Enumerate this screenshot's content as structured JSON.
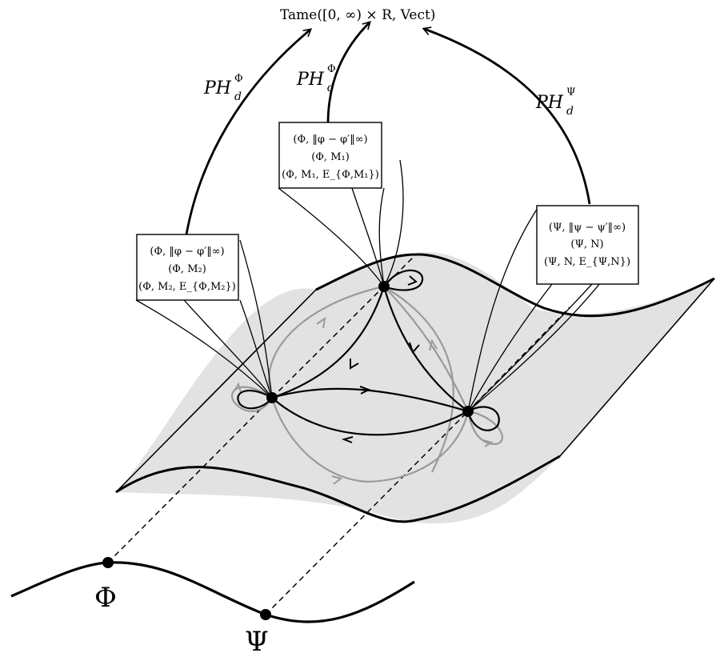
{
  "target": {
    "label": "Tame([0, ∞) × R, Vect)"
  },
  "arrows": {
    "left": {
      "base": "PH",
      "sub": "d",
      "sup": "Φ"
    },
    "middle": {
      "base": "PH",
      "sub": "d",
      "sup": "Φ"
    },
    "right": {
      "base": "PH",
      "sub": "d",
      "sup": "Ψ"
    }
  },
  "boxes": {
    "left": [
      "(Φ, ‖φ − φ′‖∞)",
      "(Φ, M₂)",
      "(Φ, M₂, E_{Φ,M₂})"
    ],
    "middle": [
      "(Φ, ‖φ − φ′‖∞)",
      "(Φ, M₁)",
      "(Φ, M₁, E_{Φ,M₁})"
    ],
    "right": [
      "(Ψ, ‖ψ − ψ′‖∞)",
      "(Ψ, N)",
      "(Ψ, N, E_{Ψ,N})"
    ]
  },
  "base_points": {
    "phi": "Φ",
    "psi": "Ψ"
  },
  "colors": {
    "ink": "#000000",
    "gray_flow": "#9a9a9a",
    "sheet_fill": "#e6e6e6"
  }
}
